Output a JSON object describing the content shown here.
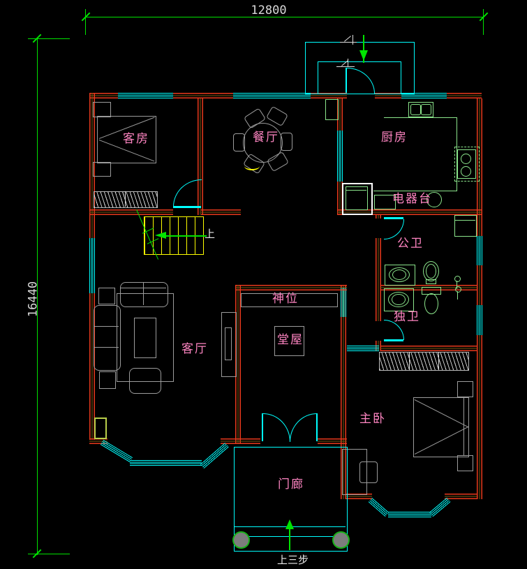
{
  "drawing": {
    "type": "residential-floor-plan"
  },
  "dimensions": {
    "width_mm": "12800",
    "height_mm": "16440"
  },
  "rooms": {
    "guest": {
      "label": "客房"
    },
    "dining": {
      "label": "餐厅"
    },
    "kitchen": {
      "label": "厨房"
    },
    "appliance_counter": {
      "label": "电器台"
    },
    "public_bath": {
      "label": "公卫"
    },
    "ensuite_bath": {
      "label": "独卫"
    },
    "living": {
      "label": "客厅"
    },
    "altar": {
      "label": "神位"
    },
    "hall": {
      "label": "堂屋"
    },
    "master": {
      "label": "主卧"
    },
    "porch": {
      "label": "门廊"
    }
  },
  "annotations": {
    "stairs_up": "上",
    "entry_steps": "上三步"
  },
  "colors": {
    "wall": "#e8391c",
    "window_door": "#00ffff",
    "fixture": "#8ce68c",
    "furniture": "#9c9c9c",
    "label": "#ff85c2",
    "dimension": "#00e400",
    "stairs": "#ffff00",
    "dim_text": "#d9d9d9",
    "background": "#000000"
  }
}
